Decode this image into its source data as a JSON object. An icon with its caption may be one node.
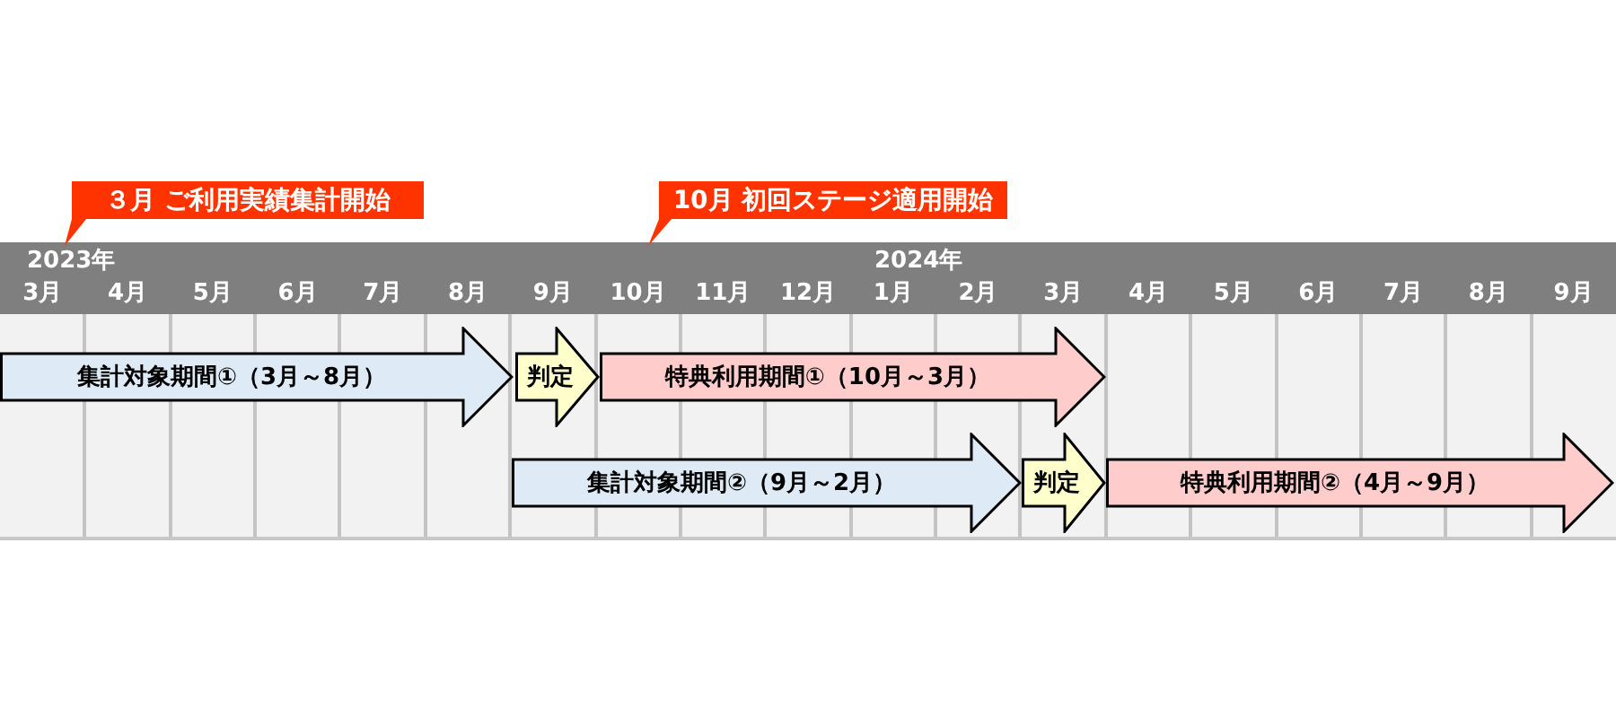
{
  "diagram": {
    "nodes": [
      {
        "text": [
          "３月 ご利用実績集計開始"
        ]
      },
      {
        "text": [
          "10月 初回ステージ適用開始"
        ]
      },
      {
        "text": [
          "集計対象期間①（3月～8月）"
        ]
      },
      {
        "text": [
          "判定"
        ]
      },
      {
        "text": [
          "特典利用期間①（10月～3月）"
        ]
      },
      {
        "text": [
          "集計対象期間②（9月～2月）"
        ]
      },
      {
        "text": [
          "判定"
        ]
      },
      {
        "text": [
          "特典利用期間②（4月～9月）"
        ]
      }
    ],
    "labels": [
      "2023年",
      "2024年",
      "3月",
      "4月",
      "5月",
      "6月",
      "7月",
      "8月",
      "9月",
      "10月",
      "11月",
      "12月",
      "1月",
      "2月",
      "3月",
      "4月",
      "5月",
      "6月",
      "7月",
      "8月",
      "9月"
    ]
  }
}
